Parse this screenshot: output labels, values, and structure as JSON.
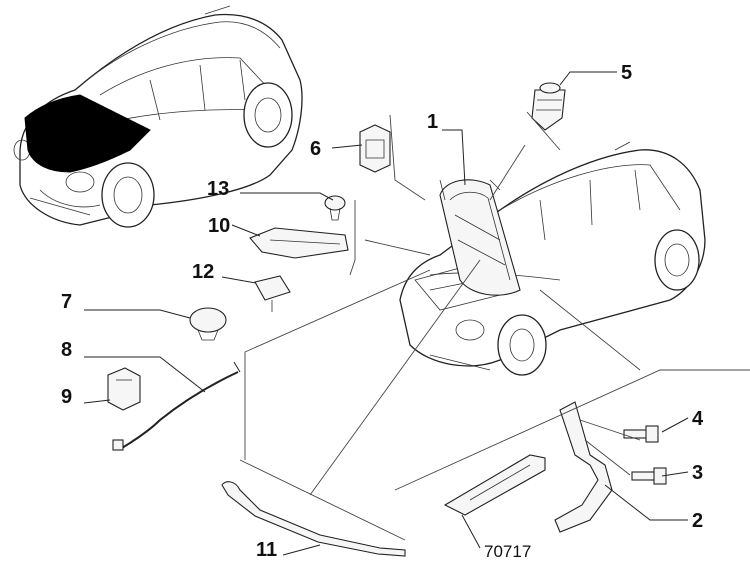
{
  "colors": {
    "line": "#222222",
    "hood_fill": "#000000",
    "background": "#ffffff"
  },
  "callouts": [
    {
      "id": "1",
      "label": "1"
    },
    {
      "id": "2",
      "label": "2"
    },
    {
      "id": "3",
      "label": "3"
    },
    {
      "id": "4",
      "label": "4"
    },
    {
      "id": "5",
      "label": "5"
    },
    {
      "id": "6",
      "label": "6"
    },
    {
      "id": "7",
      "label": "7"
    },
    {
      "id": "8",
      "label": "8"
    },
    {
      "id": "9",
      "label": "9"
    },
    {
      "id": "10",
      "label": "10"
    },
    {
      "id": "11",
      "label": "11"
    },
    {
      "id": "12",
      "label": "12"
    },
    {
      "id": "13",
      "label": "13"
    }
  ],
  "reference_code": "70717"
}
